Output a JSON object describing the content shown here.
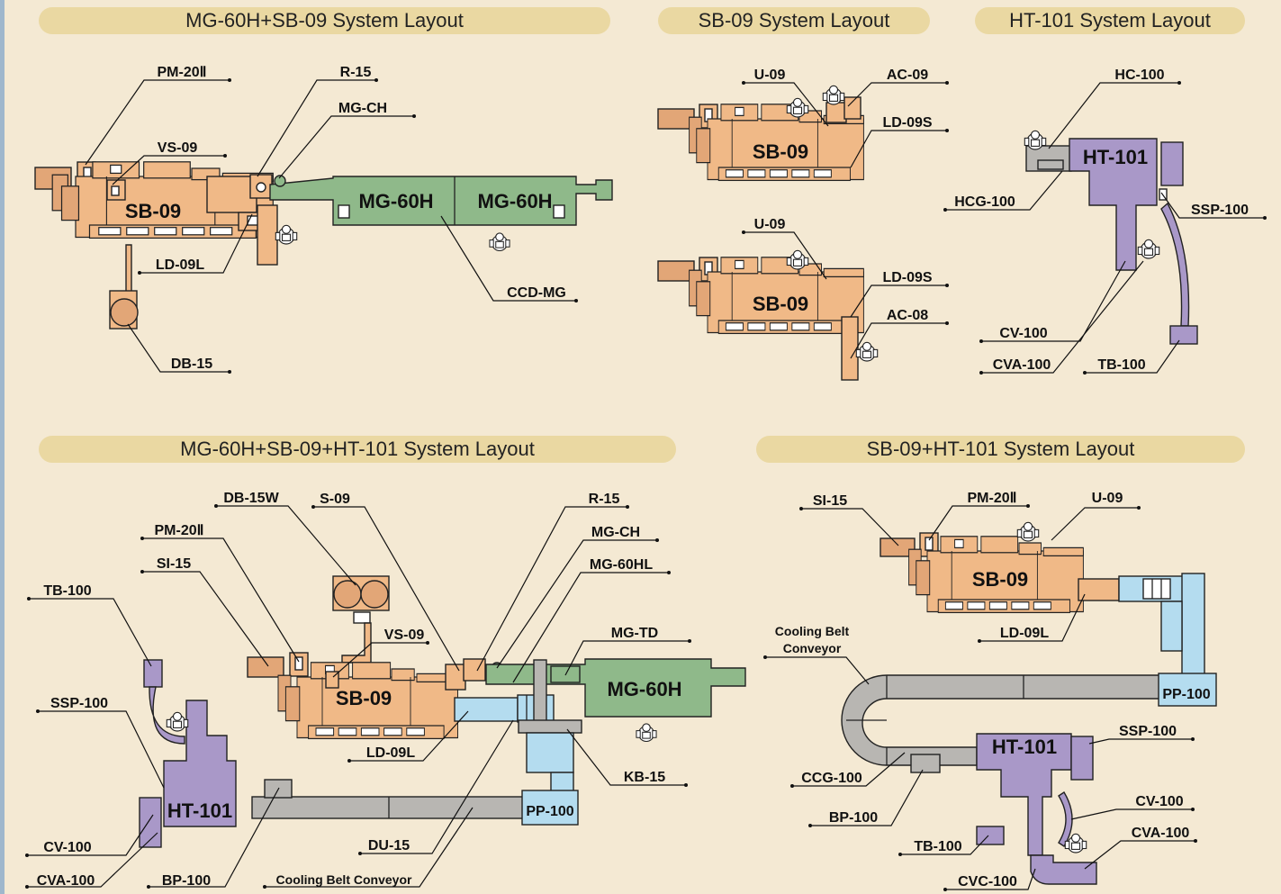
{
  "panels": {
    "p1": {
      "title": "MG-60H+SB-09 System Layout"
    },
    "p2": {
      "title": "SB-09 System Layout"
    },
    "p3": {
      "title": "HT-101 System Layout"
    },
    "p4": {
      "title": "MG-60H+SB-09+HT-101 System Layout"
    },
    "p5": {
      "title": "SB-09+HT-101 System Layout"
    }
  },
  "labels": {
    "p1": {
      "pm20": "PM-20Ⅱ",
      "r15": "R-15",
      "mgch": "MG-CH",
      "vs09": "VS-09",
      "ld09l": "LD-09L",
      "db15": "DB-15",
      "ccdmg": "CCD-MG",
      "sb09": "SB-09",
      "mg1": "MG-60H",
      "mg2": "MG-60H"
    },
    "p2": {
      "u09a": "U-09",
      "ac09": "AC-09",
      "ld09sa": "LD-09S",
      "sba": "SB-09",
      "u09b": "U-09",
      "ld09sb": "LD-09S",
      "ac08": "AC-08",
      "sbb": "SB-09"
    },
    "p3": {
      "hc100": "HC-100",
      "hcg100": "HCG-100",
      "ssp100": "SSP-100",
      "cv100": "CV-100",
      "cva100": "CVA-100",
      "tb100": "TB-100",
      "ht101": "HT-101"
    },
    "p4": {
      "db15w": "DB-15W",
      "s09": "S-09",
      "r15": "R-15",
      "mgch": "MG-CH",
      "pm20": "PM-20Ⅱ",
      "si15": "SI-15",
      "mg60hl": "MG-60HL",
      "tb100": "TB-100",
      "vs09": "VS-09",
      "mgtd": "MG-TD",
      "ssp100": "SSP-100",
      "ld09l": "LD-09L",
      "kb15": "KB-15",
      "cv100": "CV-100",
      "du15": "DU-15",
      "cva100": "CVA-100",
      "bp100": "BP-100",
      "cbc": "Cooling Belt Conveyor",
      "sb09": "SB-09",
      "mg60h": "MG-60H",
      "ht101": "HT-101",
      "pp100": "PP-100"
    },
    "p5": {
      "si15": "SI-15",
      "pm20": "PM-20Ⅱ",
      "u09": "U-09",
      "cbc1": "Cooling Belt",
      "cbc2": "Conveyor",
      "ld09l": "LD-09L",
      "ssp100": "SSP-100",
      "ccg100": "CCG-100",
      "cv100": "CV-100",
      "bp100": "BP-100",
      "cva100": "CVA-100",
      "tb100": "TB-100",
      "cvc100": "CVC-100",
      "sb09": "SB-09",
      "ht101": "HT-101",
      "pp100": "PP-100"
    }
  },
  "colors": {
    "background": "#f4e9d3",
    "title_bar": "#ead8a2",
    "sb_unit": "#f0b987",
    "mg_unit": "#8fb98a",
    "ht_unit": "#a998c8",
    "conveyor": "#b8b6b2",
    "pp_unit": "#b4dcef"
  },
  "icons": [
    "operator-icon",
    "leader-line-dot"
  ]
}
